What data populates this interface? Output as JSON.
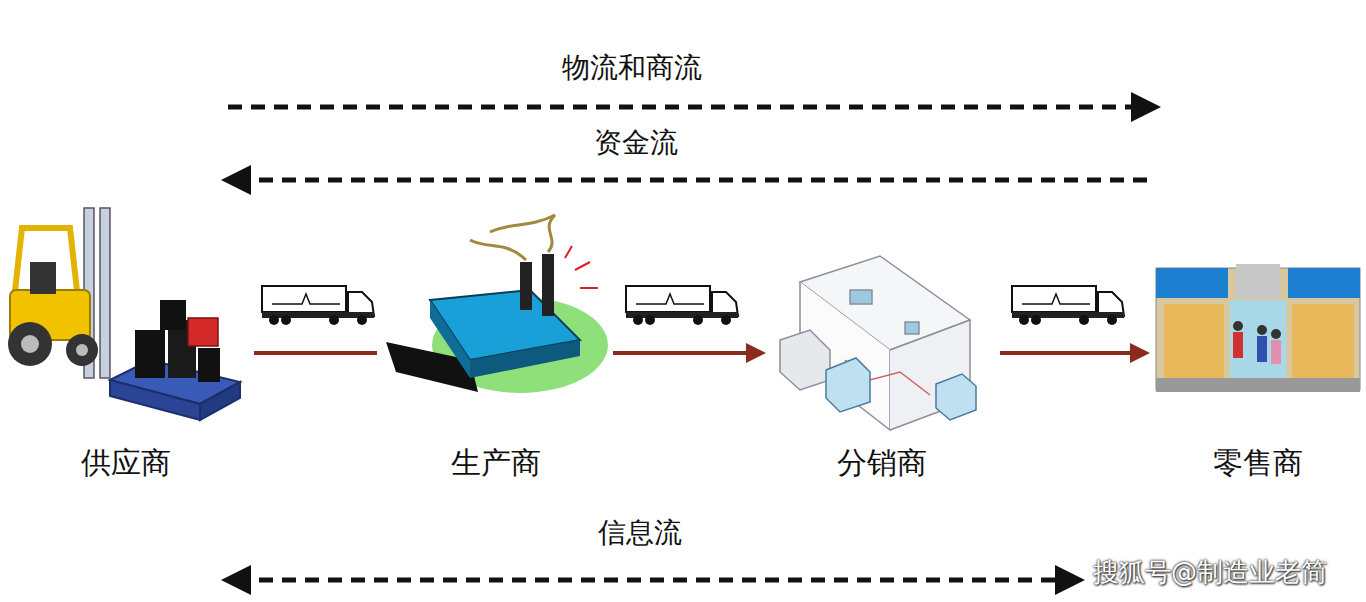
{
  "diagram": {
    "nodes": [
      {
        "text": [
          "供应商"
        ]
      },
      {
        "text": [
          "生产商"
        ]
      },
      {
        "text": [
          "分销商"
        ]
      },
      {
        "text": [
          "零售商"
        ]
      }
    ],
    "edges": [
      {
        "from": 0,
        "to": 1,
        "arrow": "none"
      },
      {
        "from": 1,
        "to": 2,
        "arrow": "to"
      },
      {
        "from": 2,
        "to": 3,
        "arrow": "to"
      }
    ],
    "labels": [
      "物流和商流",
      "资金流",
      "信息流",
      "搜狐号@制造业老简"
    ]
  }
}
